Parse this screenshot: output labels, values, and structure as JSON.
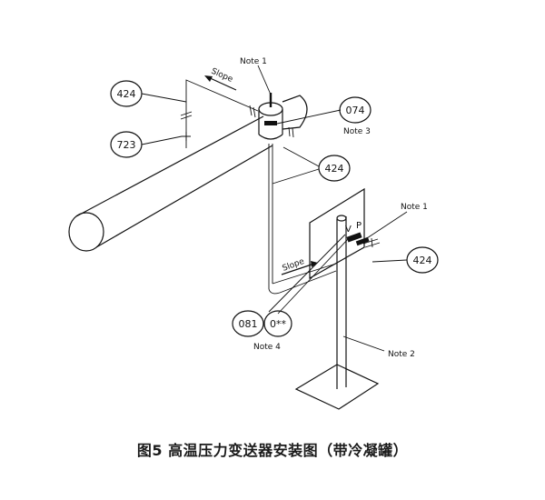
{
  "caption": "图5  高温压力变送器安装图（带冷凝罐）",
  "notes": {
    "note1_top": "Note 1",
    "note1_right": "Note 1",
    "note2": "Note 2",
    "note3": "Note 3",
    "note4": "Note 4"
  },
  "slope_labels": {
    "upper": "Slope",
    "lower": "Slope"
  },
  "valve_labels": {
    "v": "V",
    "p": "P"
  },
  "balloons": {
    "b424_left": "424",
    "b723": "723",
    "b074": "074",
    "b424_mid": "424",
    "b424_right": "424",
    "b081": "081",
    "b0": "0**"
  }
}
